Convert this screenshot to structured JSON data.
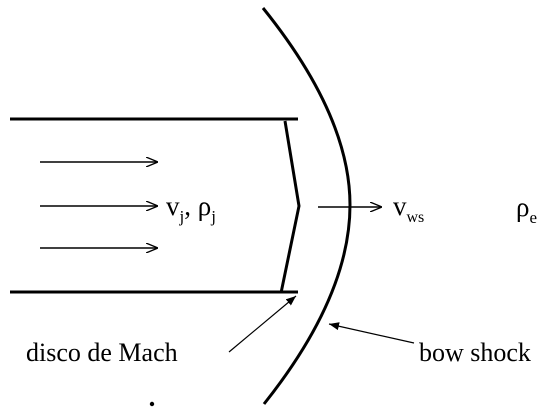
{
  "labels": {
    "jet_velocity": "v",
    "jet_velocity_sub": "j",
    "separator": ", ",
    "jet_density": "ρ",
    "jet_density_sub": "j",
    "ws_velocity": "v",
    "ws_velocity_sub": "ws",
    "ext_density": "ρ",
    "ext_density_sub": "e",
    "mach_disk": "disco de Mach",
    "bow_shock": "bow shock"
  },
  "colors": {
    "ink": "#000000",
    "background": "#ffffff"
  }
}
